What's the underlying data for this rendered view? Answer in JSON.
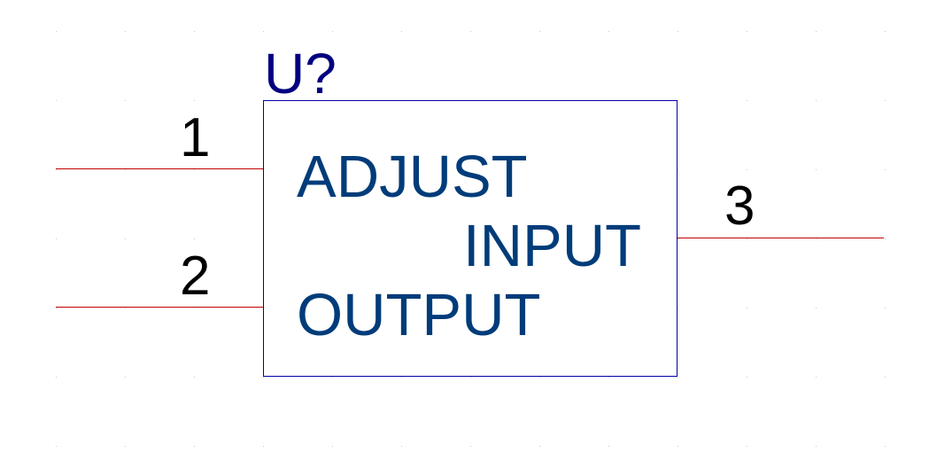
{
  "component": {
    "designator": "U?",
    "pins": [
      {
        "number": "1",
        "name": "ADJUST"
      },
      {
        "number": "2",
        "name": "OUTPUT"
      },
      {
        "number": "3",
        "name": "INPUT"
      }
    ]
  },
  "colors": {
    "body_outline": "#0000a8",
    "pin_wire": "#c00000",
    "pin_number": "#000000",
    "pin_label": "#003c7a",
    "designator": "#000080",
    "grid_dot": "#c8c8c8",
    "background": "#ffffff"
  }
}
